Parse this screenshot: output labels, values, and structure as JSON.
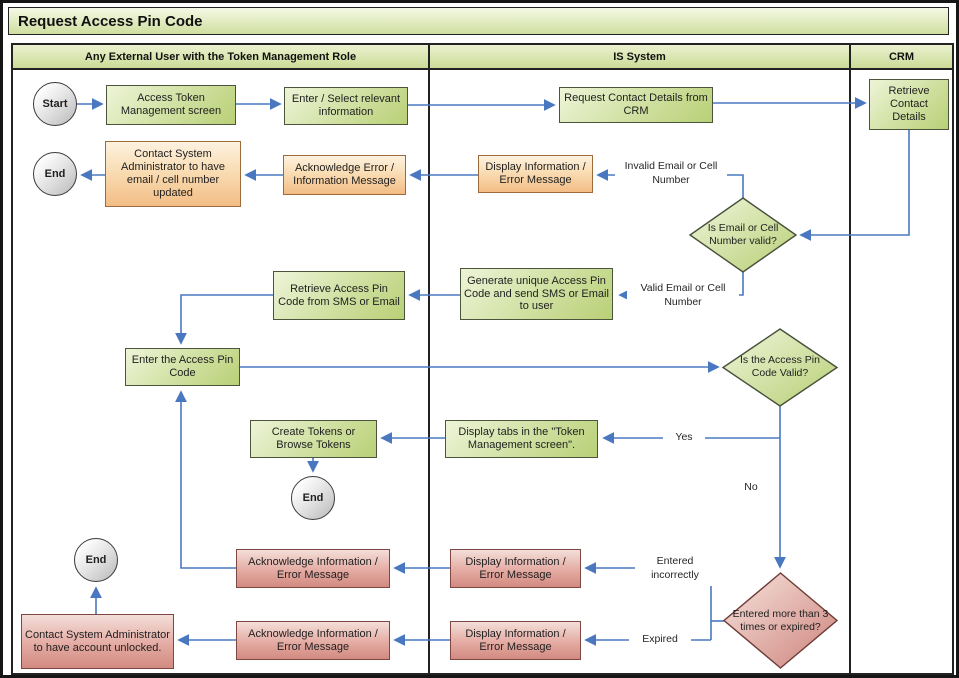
{
  "title": "Request Access Pin Code",
  "lanes": [
    "Any External User with the Token Management Role",
    "IS System",
    "CRM"
  ],
  "colors": {
    "arrow_blue": "#4a78c0",
    "process_green": "#cfe0a0",
    "alternate_orange": "#f6cb96",
    "alternate_pink": "#dc9189",
    "lane_header_green": "#d9e5ad",
    "terminator_gray": "#d9d9d9",
    "border_dark": "#222222"
  },
  "nodes": {
    "start": "Start",
    "end": "End",
    "access_token": "Access Token Management screen",
    "enter_select": "Enter / Select relevant information",
    "request_contact": "Request Contact Details from CRM",
    "retrieve_contact": "Retrieve Contact Details",
    "contact_admin_email": "Contact System Administrator to have email / cell number updated",
    "ack_error": "Acknowledge Error / Information Message",
    "display_info": "Display Information / Error Message",
    "email_valid": "Is Email or Cell Number valid?",
    "retrieve_pin": "Retrieve Access Pin Code from SMS or Email",
    "generate_pin": "Generate unique Access Pin Code and send SMS or Email to user",
    "enter_pin": "Enter the Access Pin Code",
    "pin_valid": "Is the Access Pin Code Valid?",
    "create_tokens": "Create Tokens or Browse Tokens",
    "display_tabs": "Display tabs in the \"Token Management screen\".",
    "ack_info": "Acknowledge Information / Error Message",
    "entered_diamond": "Entered more than 3 times or expired?",
    "contact_admin_unlock": "Contact System Administrator to have account unlocked."
  },
  "edge_labels": {
    "invalid": "Invalid Email or Cell Number",
    "valid": "Valid Email or Cell Number",
    "yes": "Yes",
    "no": "No",
    "entered_incorrectly": "Entered incorrectly",
    "expired": "Expired"
  }
}
